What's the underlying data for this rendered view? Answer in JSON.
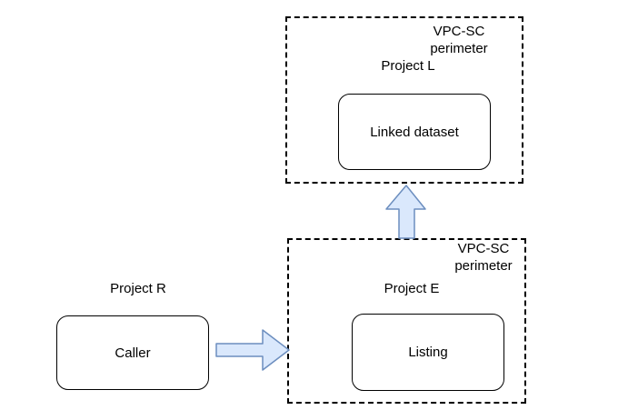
{
  "perimeters": {
    "top": {
      "label": "VPC-SC\nperimeter",
      "project": "Project L",
      "node": "Linked dataset"
    },
    "bottom": {
      "label": "VPC-SC\nperimeter",
      "project": "Project E",
      "node": "Listing"
    }
  },
  "external": {
    "project": "Project R",
    "node": "Caller"
  },
  "arrows": {
    "right": {
      "icon": "right-arrow",
      "from": "Caller",
      "to": "Listing"
    },
    "up": {
      "icon": "up-arrow",
      "from": "Listing",
      "to": "Linked dataset"
    }
  },
  "colors": {
    "arrow_fill": "#dae8fc",
    "arrow_stroke": "#6c8ebf",
    "box_border": "#000000",
    "dashed_border": "#000000",
    "background": "#ffffff",
    "text": "#000000"
  }
}
